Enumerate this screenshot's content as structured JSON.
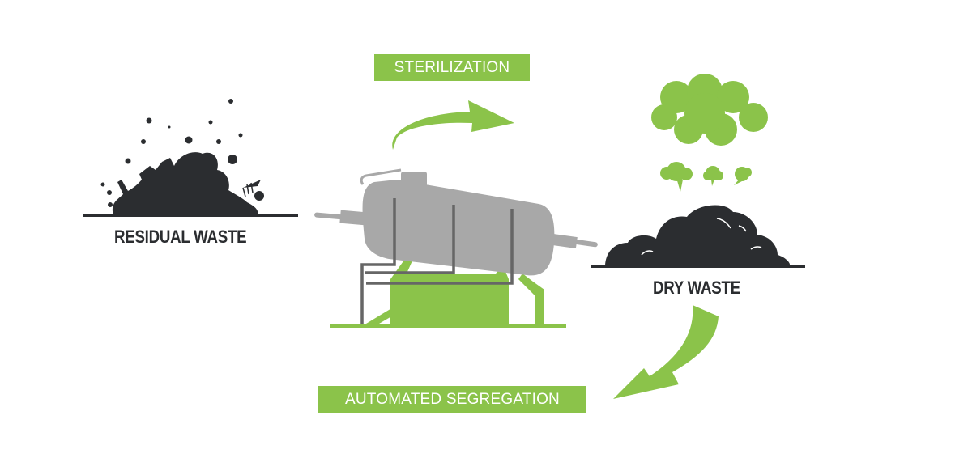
{
  "diagram": {
    "colors": {
      "accent": "#8bc34a",
      "dark": "#2b2d30",
      "machine": "#a8a8a8",
      "pipe": "#666666"
    },
    "stages": [
      {
        "id": "residual",
        "label": "RESIDUAL WASTE",
        "icon": "waste-pile-icon"
      },
      {
        "id": "process",
        "label": "STERILIZATION",
        "icon": "autoclave-icon"
      },
      {
        "id": "dry",
        "label": "DRY WASTE",
        "icon": "dry-waste-pile-icon"
      },
      {
        "id": "segregation",
        "label": "AUTOMATED SEGREGATION"
      }
    ],
    "arrows": [
      {
        "from": "process",
        "to": "dry",
        "icon": "curved-arrow-right-icon"
      },
      {
        "from": "dry",
        "to": "segregation",
        "icon": "curved-arrow-down-left-icon"
      }
    ]
  }
}
